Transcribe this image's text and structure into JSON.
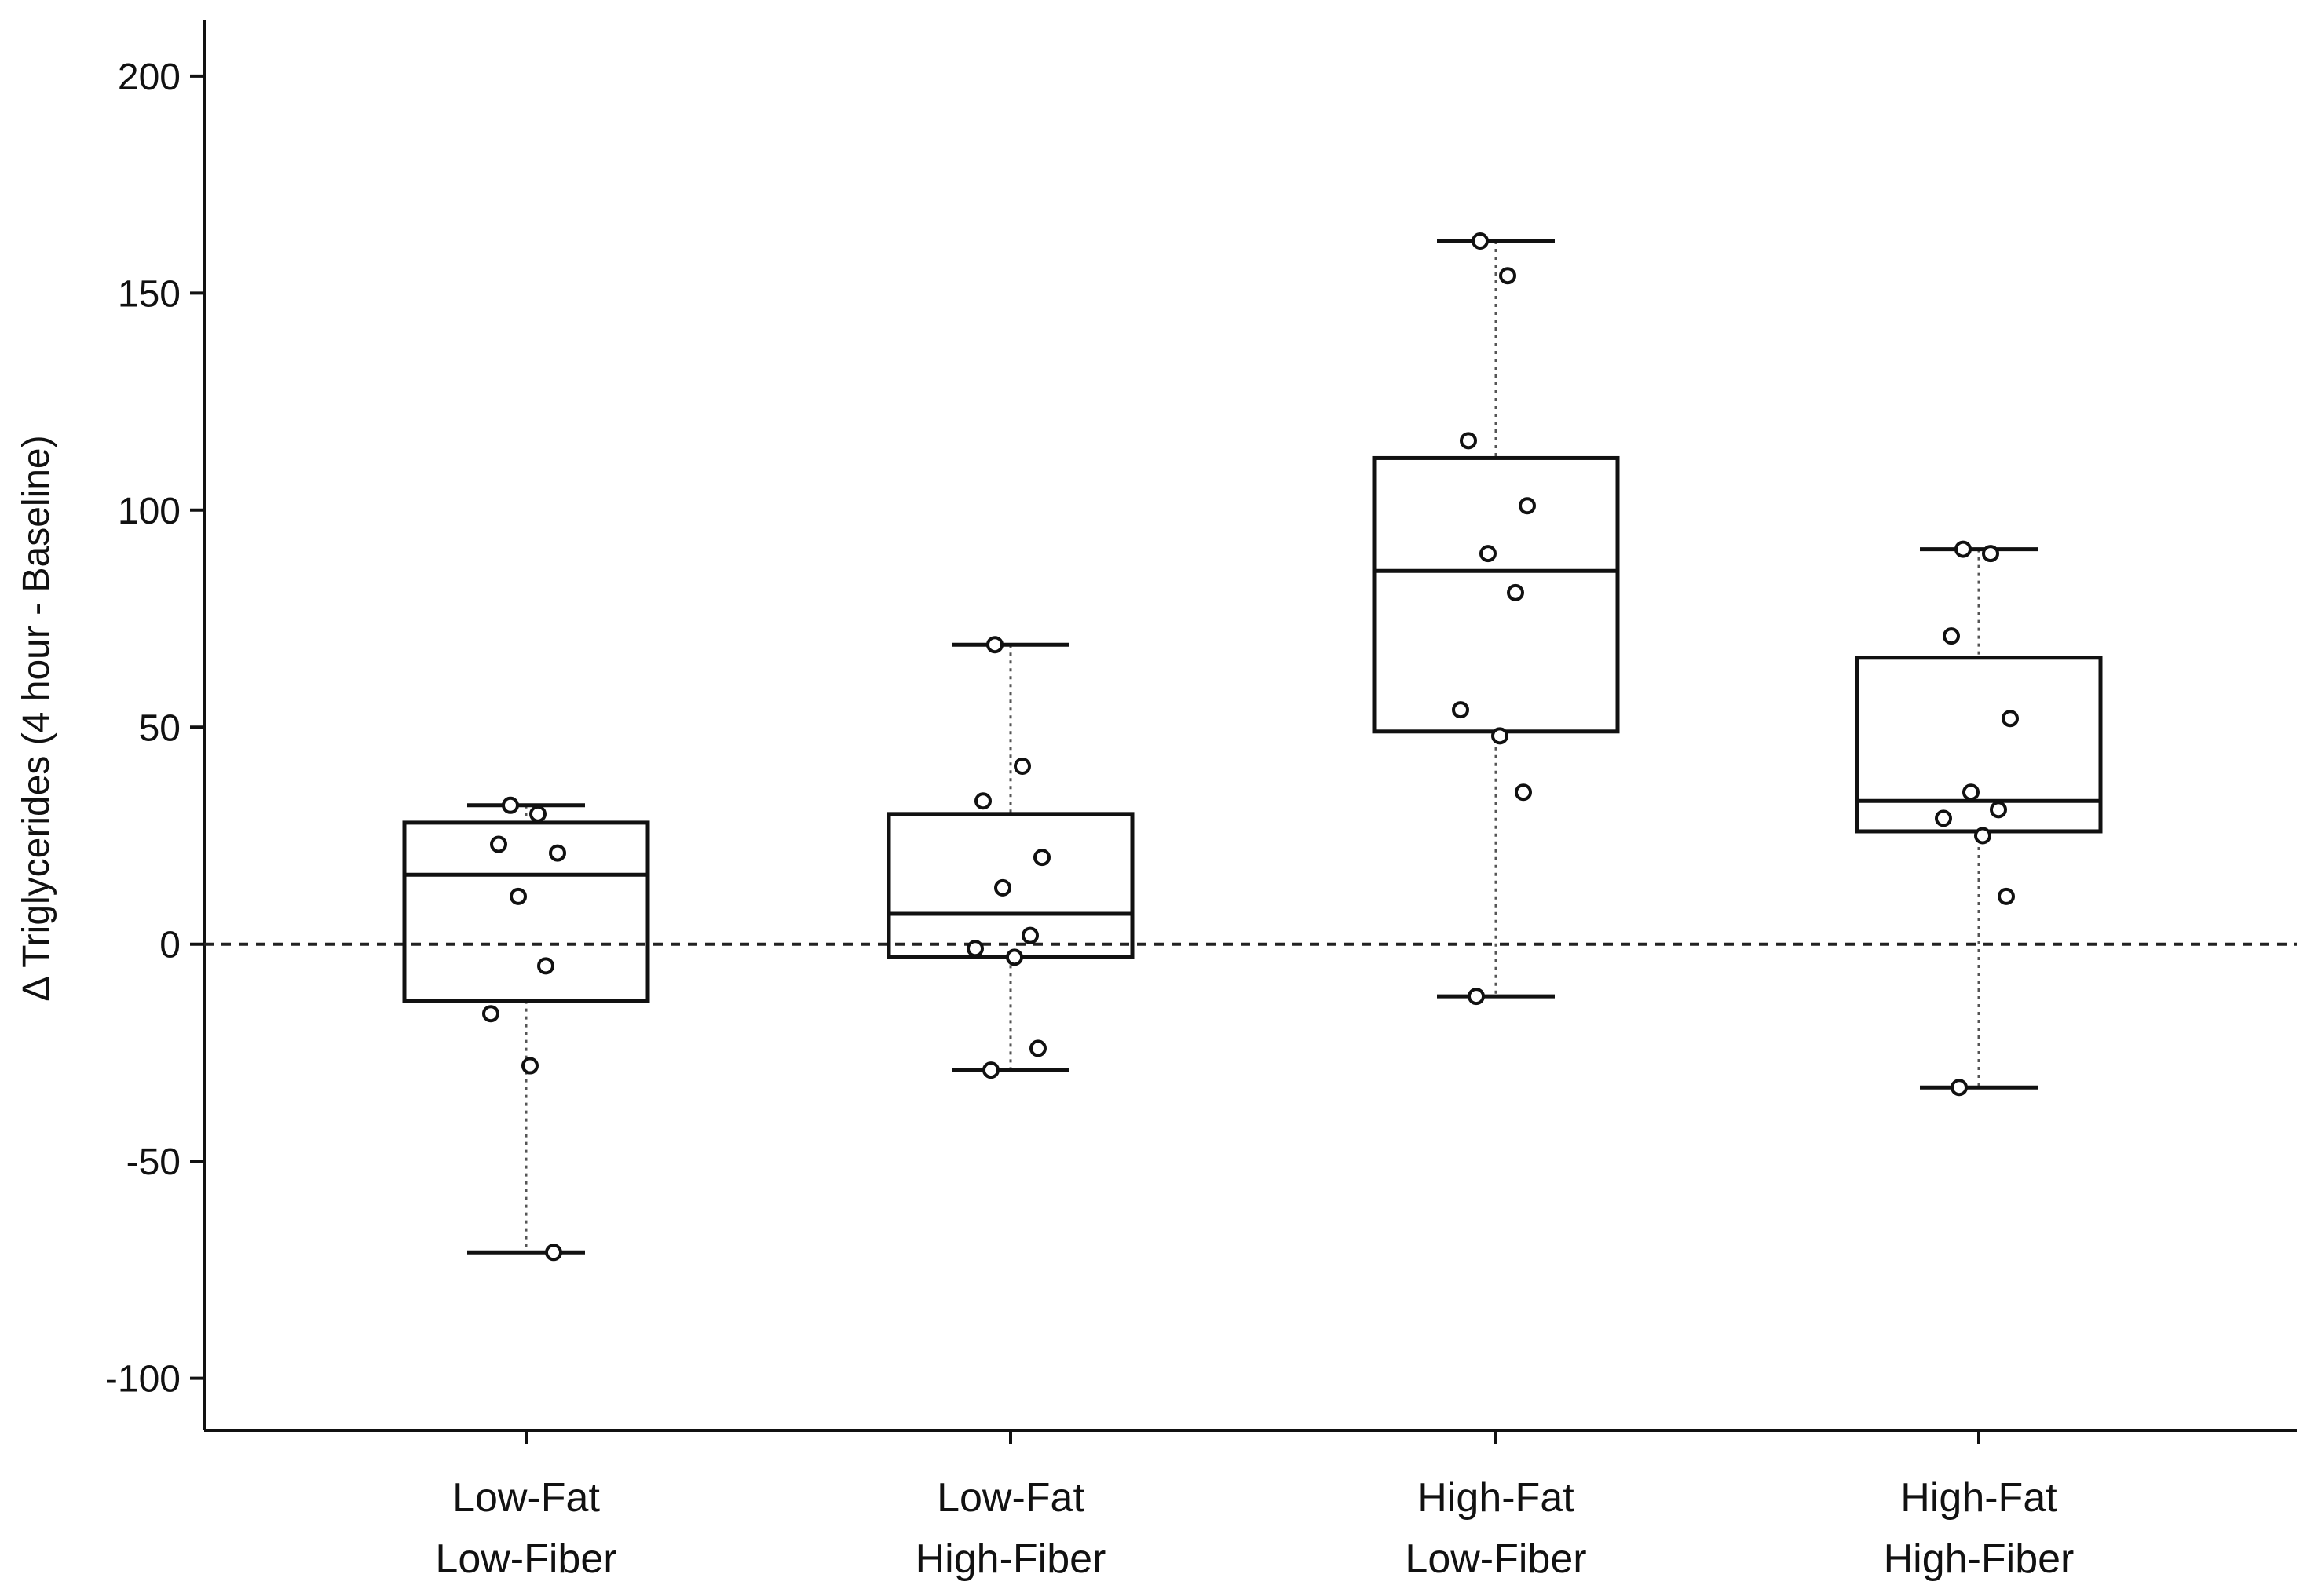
{
  "chart_data": {
    "type": "box",
    "ylabel": "Δ Triglycerides (4 hour  - Baseline)",
    "ylim": [
      -112,
      213
    ],
    "yticks": [
      200,
      150,
      100,
      50,
      0,
      -50,
      -100
    ],
    "reference_line": 0,
    "grid": false,
    "categories": [
      {
        "line1": "Low-Fat",
        "line2": "Low-Fiber"
      },
      {
        "line1": "Low-Fat",
        "line2": "High-Fiber"
      },
      {
        "line1": "High-Fat",
        "line2": "Low-Fiber"
      },
      {
        "line1": "High-Fat",
        "line2": "High-Fiber"
      }
    ],
    "boxes": [
      {
        "whisker_low": -71,
        "q1": -13,
        "median": 16,
        "q3": 28,
        "whisker_high": 32,
        "points": [
          32,
          30,
          23,
          21,
          11,
          -5,
          -16,
          -28,
          -71
        ]
      },
      {
        "whisker_low": -29,
        "q1": -3,
        "median": 7,
        "q3": 30,
        "whisker_high": 69,
        "points": [
          69,
          41,
          33,
          20,
          13,
          2,
          -1,
          -3,
          -24,
          -29
        ]
      },
      {
        "whisker_low": -12,
        "q1": 49,
        "median": 86,
        "q3": 112,
        "whisker_high": 162,
        "points": [
          162,
          154,
          116,
          101,
          90,
          81,
          54,
          48,
          35,
          -12
        ]
      },
      {
        "whisker_low": -33,
        "q1": 26,
        "median": 33,
        "q3": 66,
        "whisker_high": 91,
        "points": [
          91,
          90,
          71,
          52,
          35,
          31,
          29,
          25,
          11,
          -33
        ]
      }
    ]
  }
}
